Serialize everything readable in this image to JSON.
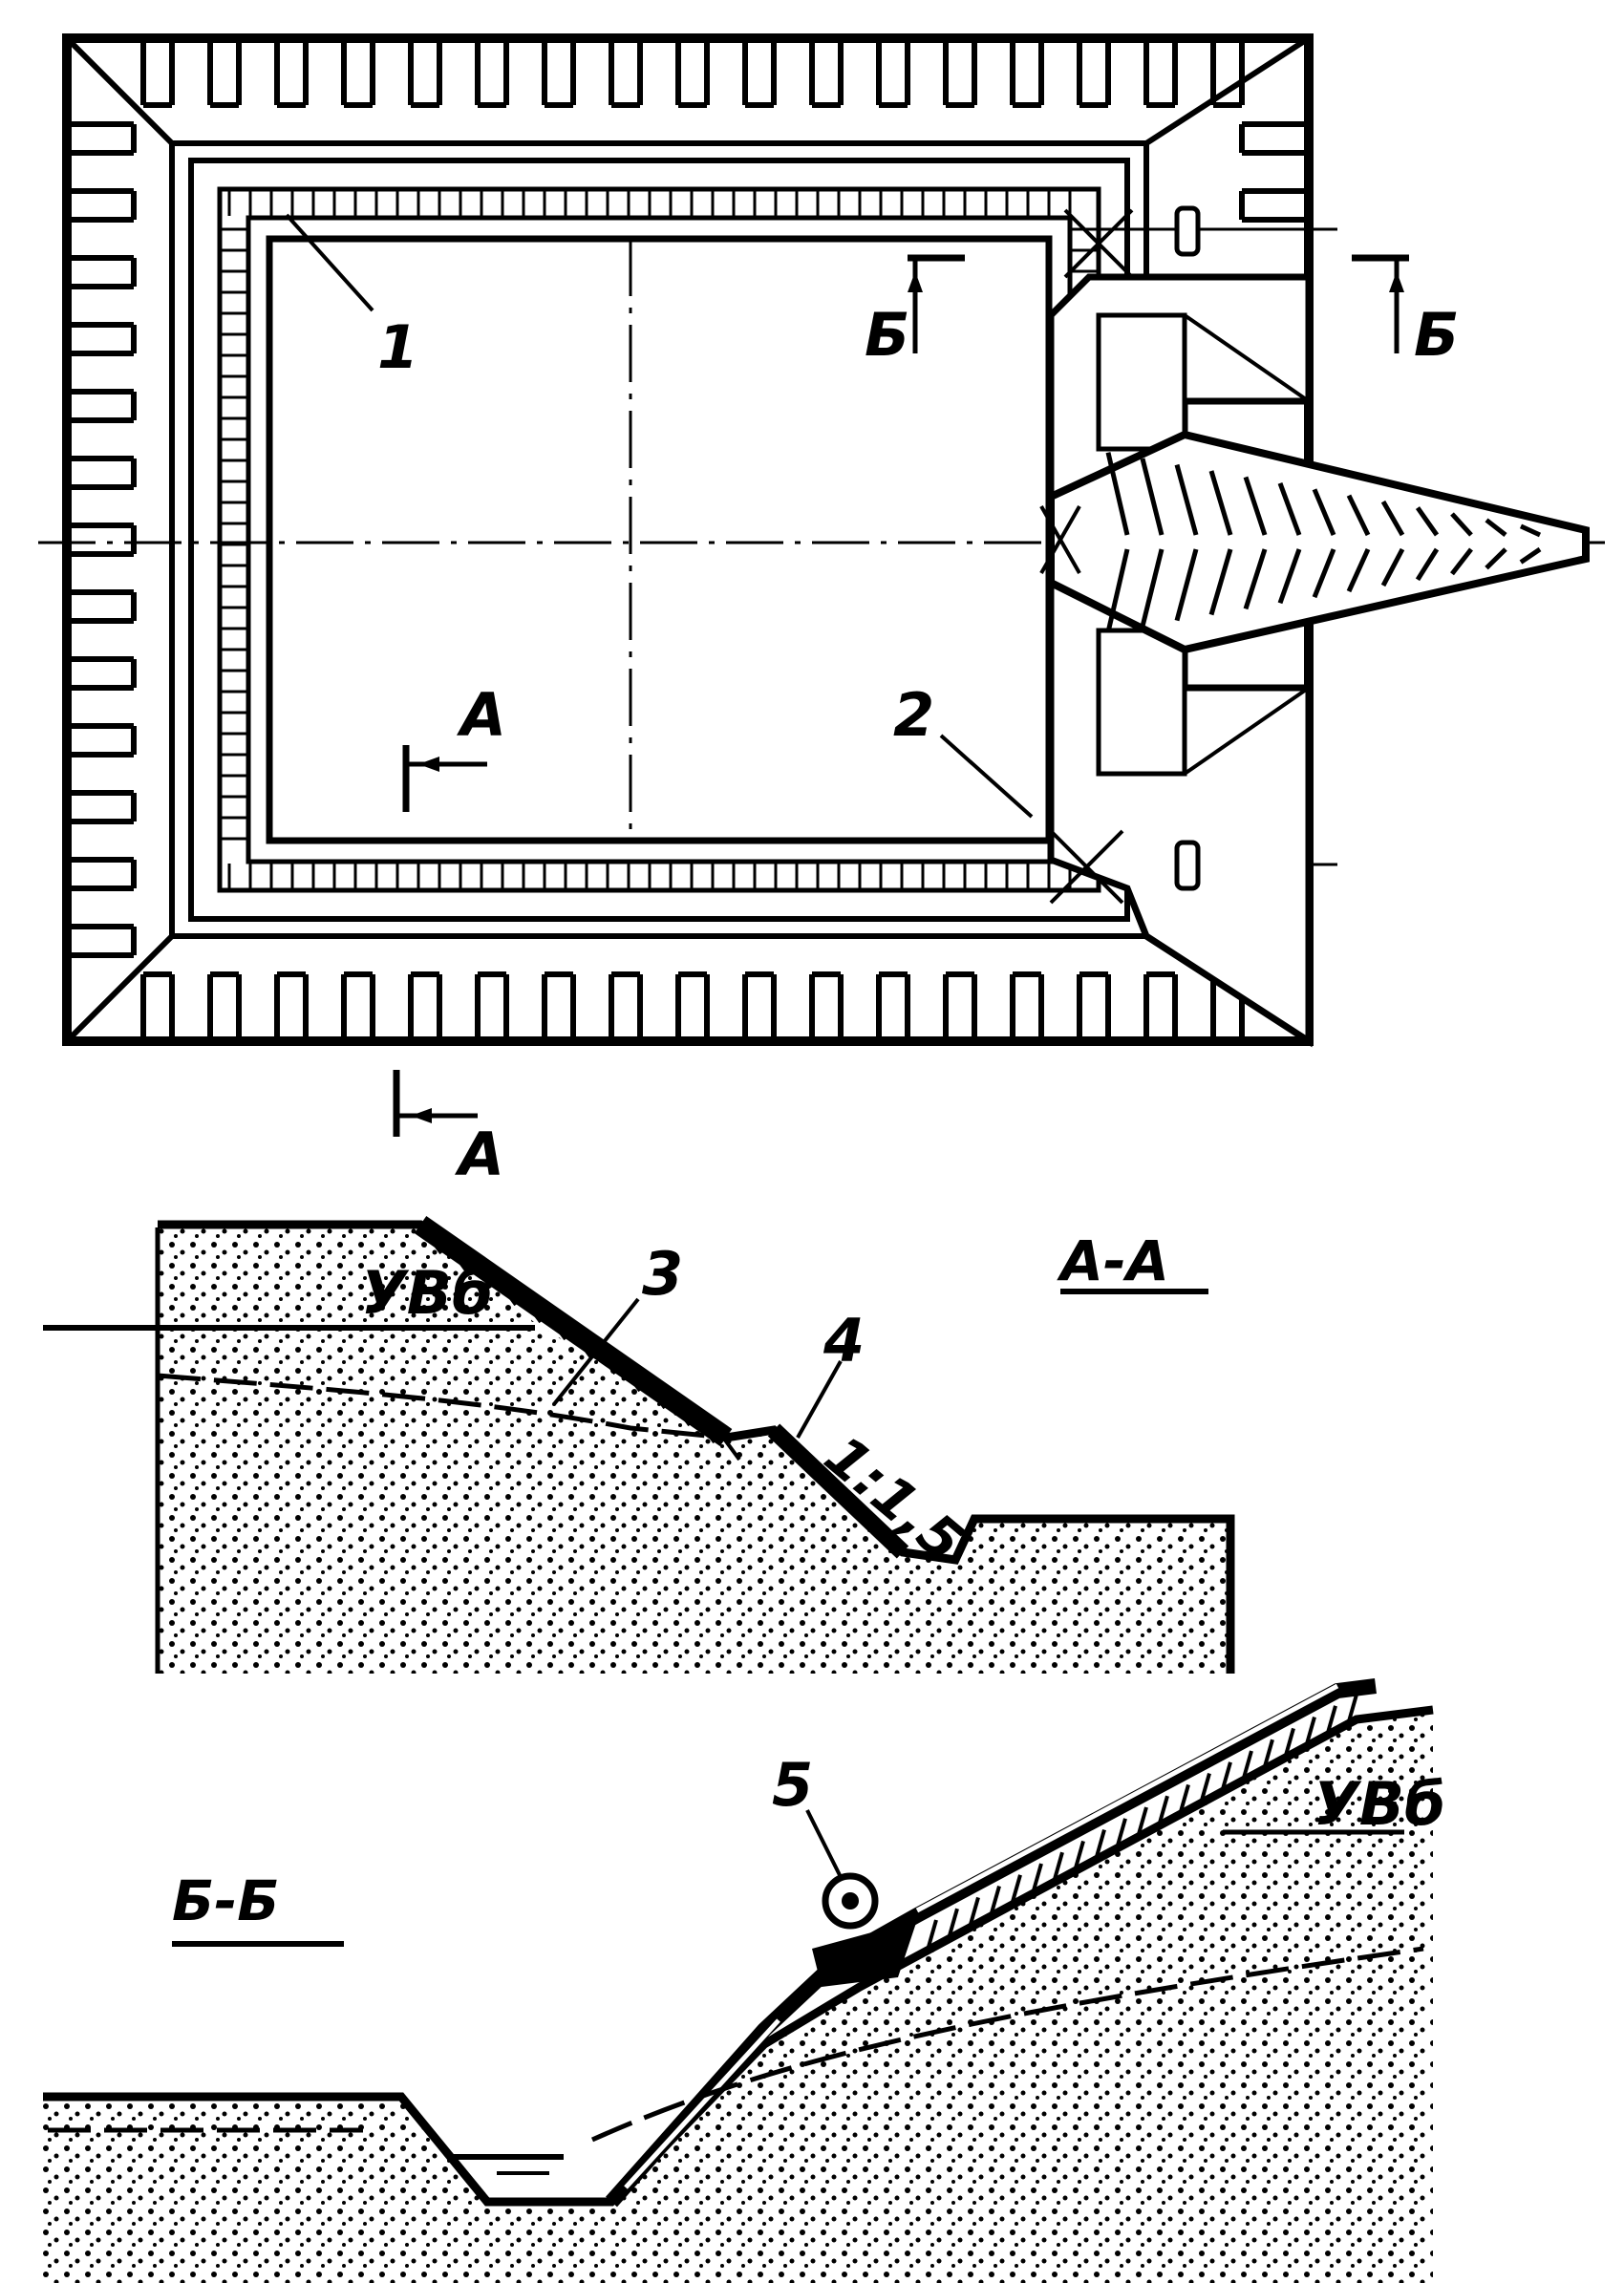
{
  "labels": {
    "callout_1": "1",
    "callout_2": "2",
    "callout_3": "3",
    "callout_4": "4",
    "callout_5": "5",
    "section_mark_a": "А",
    "section_mark_b": "Б",
    "water_level_1": "УВб",
    "water_level_2": "УВб",
    "slope_ratio": "1:1,5",
    "section_title_aa": "А-А",
    "section_title_bb": "Б-Б"
  },
  "colors": {
    "ink": "#000000",
    "paper": "#ffffff",
    "soil_hatch": "#000000"
  }
}
